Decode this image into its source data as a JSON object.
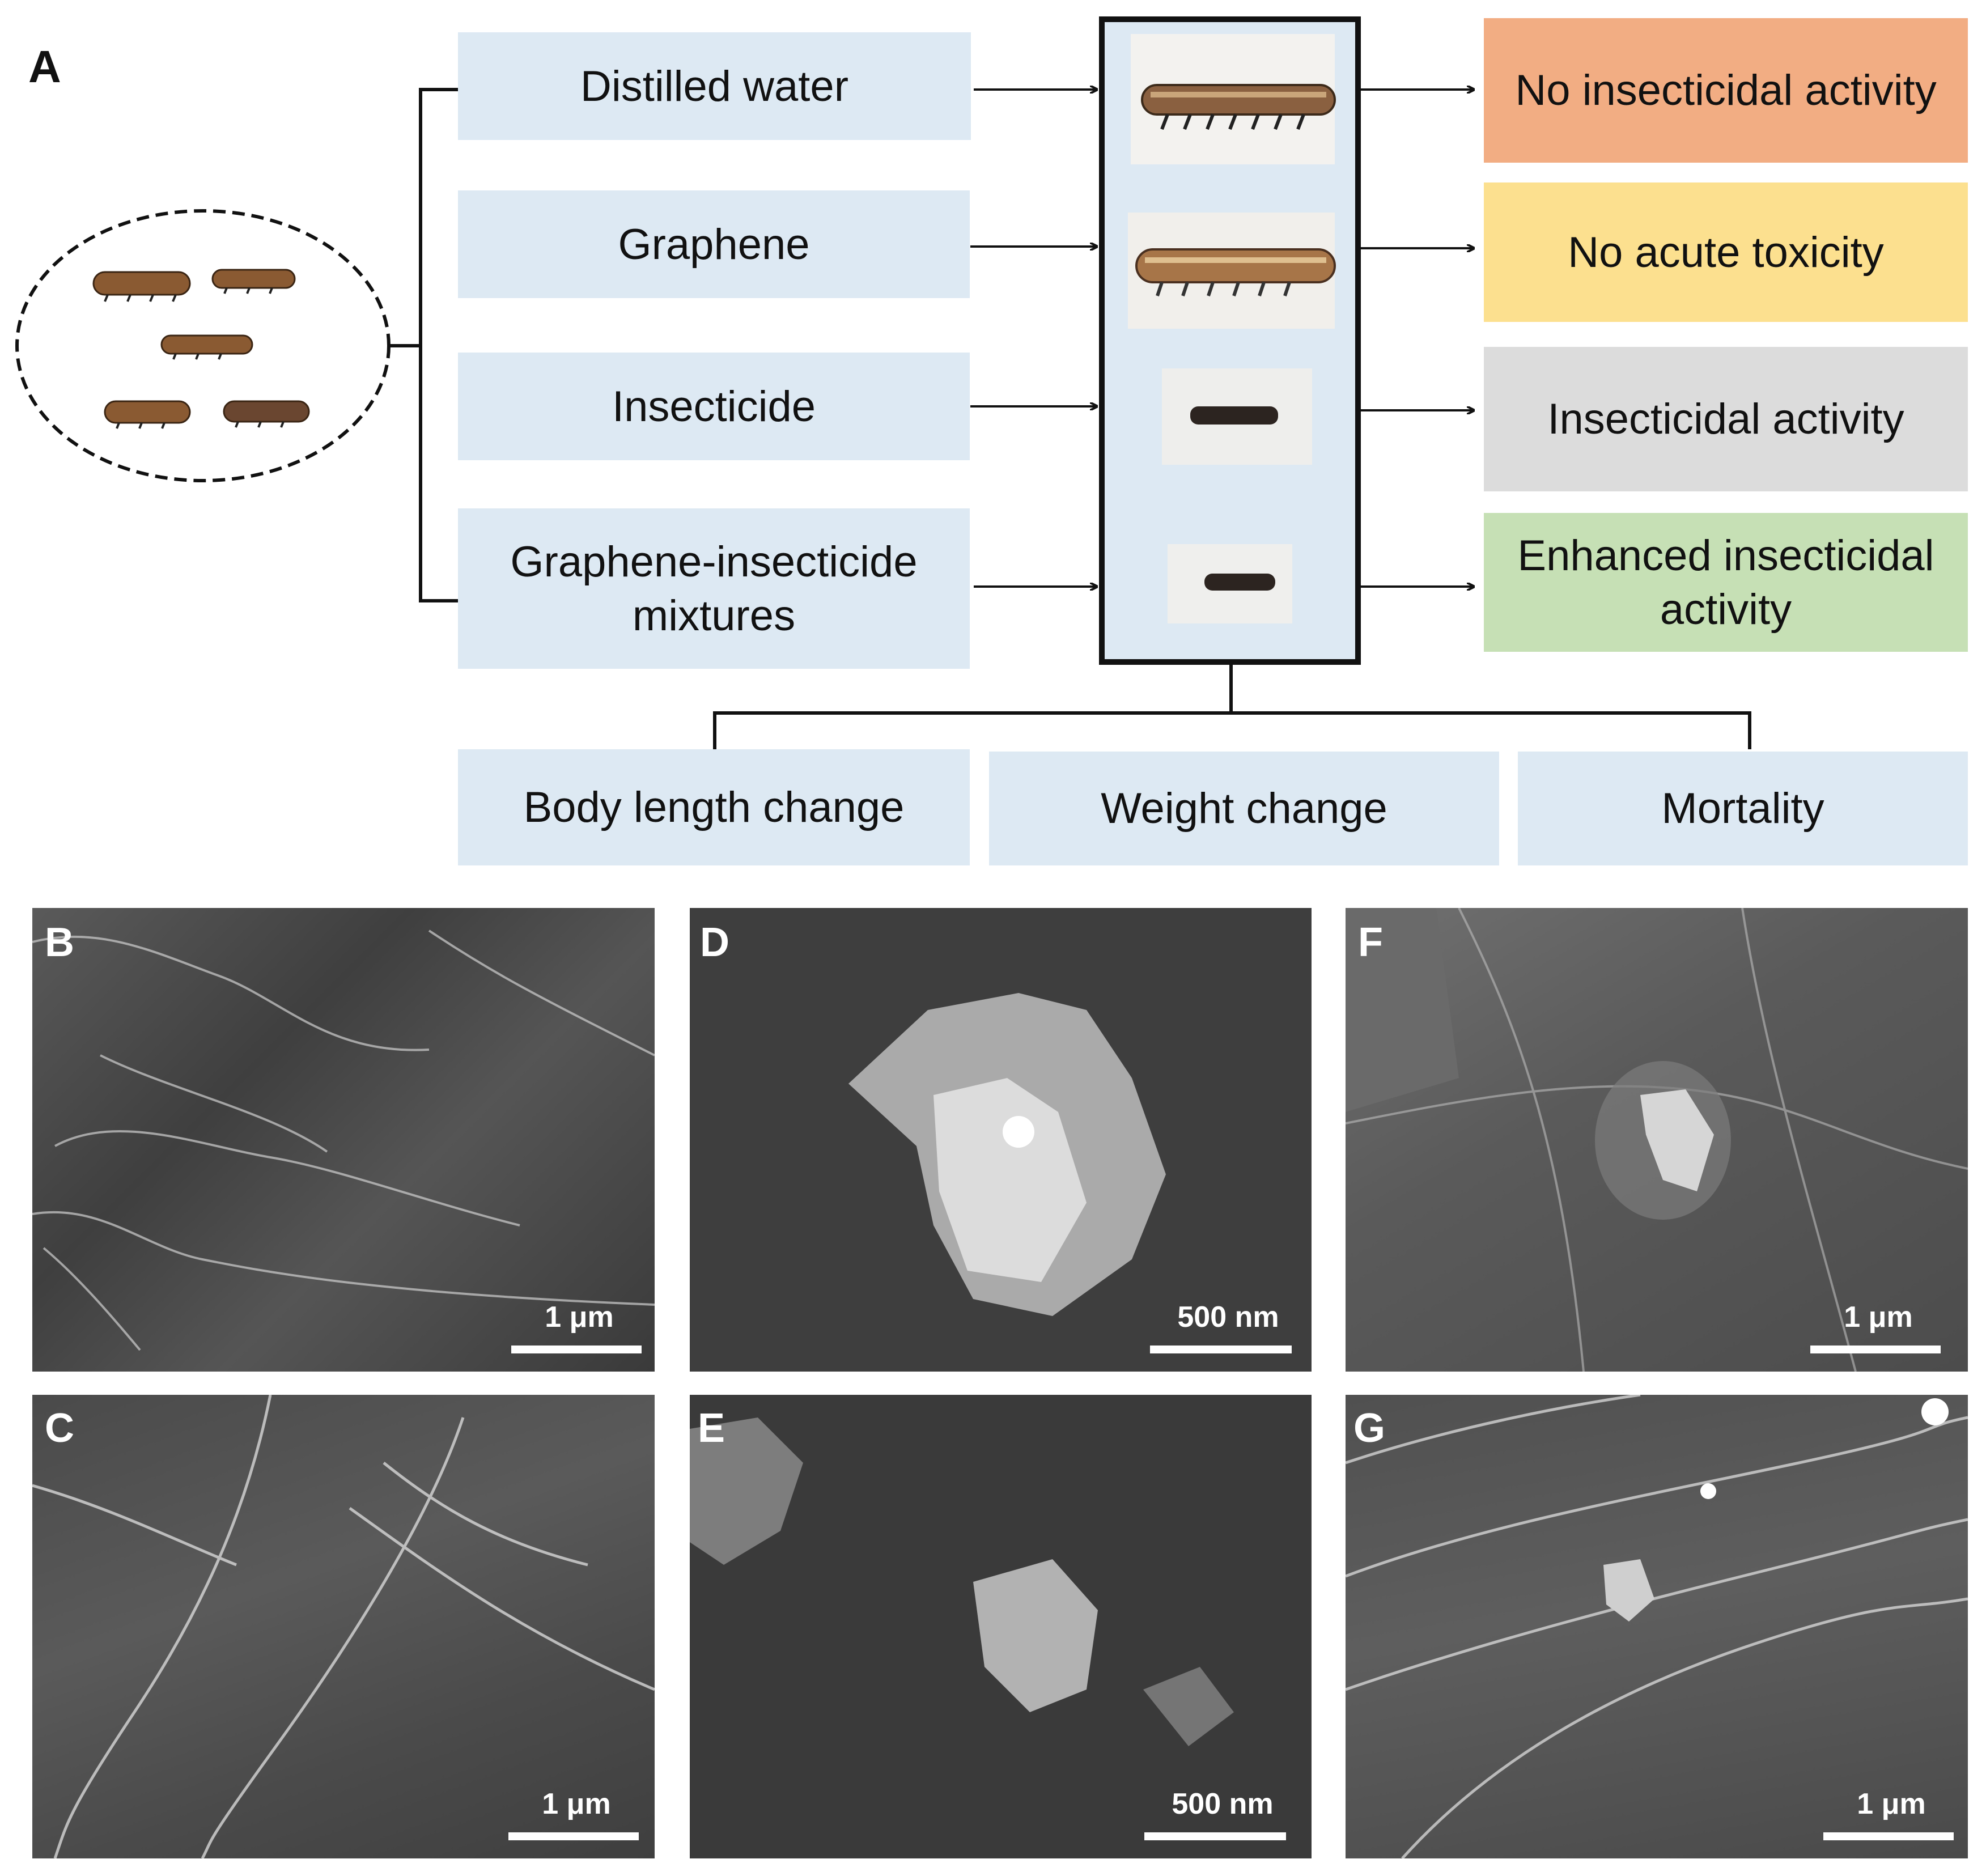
{
  "panel_labels": {
    "a": "A",
    "b": "B",
    "c": "C",
    "d": "D",
    "e": "E",
    "f": "F",
    "g": "G"
  },
  "treatments": [
    {
      "label": "Distilled water"
    },
    {
      "label": "Graphene"
    },
    {
      "label": "Insecticide"
    },
    {
      "label": "Graphene-insecticide mixtures"
    }
  ],
  "outcomes": [
    {
      "label": "No insecticidal activity",
      "color": "#f2ad83"
    },
    {
      "label": "No acute toxicity",
      "color": "#fce08f"
    },
    {
      "label": "Insecticidal activity",
      "color": "#dcdcdc"
    },
    {
      "label": "Enhanced insecticidal activity",
      "color": "#c6e0b5"
    }
  ],
  "measurements": [
    {
      "label": "Body length change"
    },
    {
      "label": "Weight change"
    },
    {
      "label": "Mortality"
    }
  ],
  "sem_panels": [
    {
      "id": "B",
      "scale": "1 μm"
    },
    {
      "id": "C",
      "scale": "1 μm"
    },
    {
      "id": "D",
      "scale": "500 nm"
    },
    {
      "id": "E",
      "scale": "500 nm"
    },
    {
      "id": "F",
      "scale": "1 μm"
    },
    {
      "id": "G",
      "scale": "1 μm"
    }
  ],
  "colors": {
    "treatment_box": "#dde9f3",
    "larva": "#8a5a32",
    "larva_dark": "#2c2420"
  }
}
